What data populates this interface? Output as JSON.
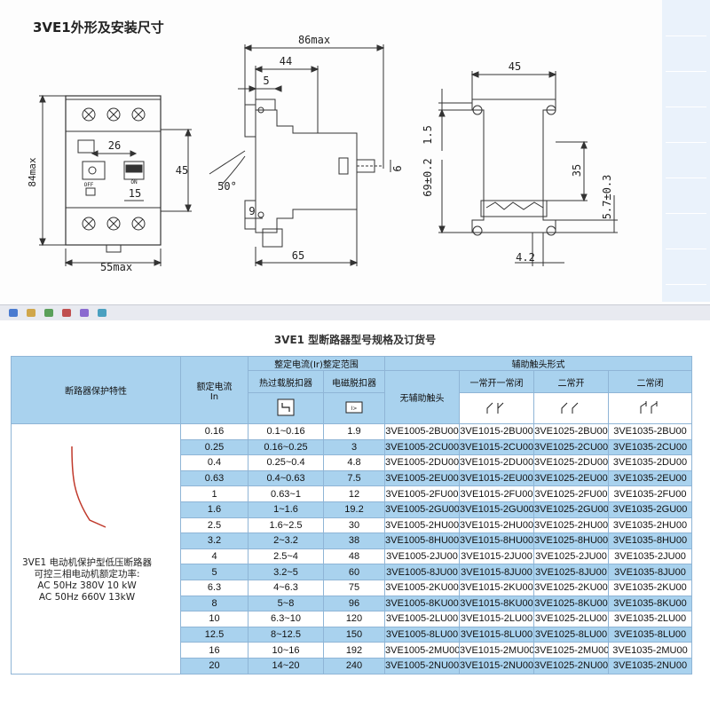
{
  "drawing": {
    "title": "3VE1外形及安装尺寸",
    "dims": {
      "d84max": "84max",
      "d26": "26",
      "d45a": "45",
      "d15": "15",
      "d55max": "55max",
      "off": "OFF",
      "on": "ON",
      "d86max": "86max",
      "d44": "44",
      "d5": "5",
      "d6": "6",
      "d50": "50°",
      "d9": "9",
      "d65": "65",
      "d45b": "45",
      "d15b": "1.5",
      "d69": "69±0.2",
      "d35": "35",
      "d57": "5.7±0.3",
      "d42": "4.2"
    }
  },
  "table": {
    "title": "3VE1 型断路器型号规格及订货号",
    "headers": {
      "protection": "断路器保护特性",
      "rated_current": "额定电流",
      "rated_current_unit": "In",
      "setting_range": "整定电流(Ir)整定范围",
      "thermal": "热过载脱扣器",
      "magnetic": "电磁脱扣器",
      "aux_contact": "辅助触头形式",
      "none": "无辅助触头",
      "no_nc": "一常开一常闭",
      "two_no": "二常开",
      "two_nc": "二常闭"
    },
    "description": [
      "3VE1 电动机保护型低压断路器",
      "可控三相电动机额定功率:",
      "AC 50Hz 380V 10 kW",
      "AC 50Hz 660V 13kW"
    ],
    "rows": [
      {
        "in": "0.16",
        "ir": "0.1~0.16",
        "mag": "1.9",
        "a": "3VE1005-2BU00",
        "b": "3VE1015-2BU00",
        "c": "3VE1025-2BU00",
        "d": "3VE1035-2BU00"
      },
      {
        "in": "0.25",
        "ir": "0.16~0.25",
        "mag": "3",
        "a": "3VE1005-2CU00",
        "b": "3VE1015-2CU00",
        "c": "3VE1025-2CU00",
        "d": "3VE1035-2CU00"
      },
      {
        "in": "0.4",
        "ir": "0.25~0.4",
        "mag": "4.8",
        "a": "3VE1005-2DU00",
        "b": "3VE1015-2DU00",
        "c": "3VE1025-2DU00",
        "d": "3VE1035-2DU00"
      },
      {
        "in": "0.63",
        "ir": "0.4~0.63",
        "mag": "7.5",
        "a": "3VE1005-2EU00",
        "b": "3VE1015-2EU00",
        "c": "3VE1025-2EU00",
        "d": "3VE1035-2EU00"
      },
      {
        "in": "1",
        "ir": "0.63~1",
        "mag": "12",
        "a": "3VE1005-2FU00",
        "b": "3VE1015-2FU00",
        "c": "3VE1025-2FU00",
        "d": "3VE1035-2FU00"
      },
      {
        "in": "1.6",
        "ir": "1~1.6",
        "mag": "19.2",
        "a": "3VE1005-2GU00",
        "b": "3VE1015-2GU00",
        "c": "3VE1025-2GU00",
        "d": "3VE1035-2GU00"
      },
      {
        "in": "2.5",
        "ir": "1.6~2.5",
        "mag": "30",
        "a": "3VE1005-2HU00",
        "b": "3VE1015-2HU00",
        "c": "3VE1025-2HU00",
        "d": "3VE1035-2HU00"
      },
      {
        "in": "3.2",
        "ir": "2~3.2",
        "mag": "38",
        "a": "3VE1005-8HU00",
        "b": "3VE1015-8HU00",
        "c": "3VE1025-8HU00",
        "d": "3VE1035-8HU00"
      },
      {
        "in": "4",
        "ir": "2.5~4",
        "mag": "48",
        "a": "3VE1005-2JU00",
        "b": "3VE1015-2JU00",
        "c": "3VE1025-2JU00",
        "d": "3VE1035-2JU00"
      },
      {
        "in": "5",
        "ir": "3.2~5",
        "mag": "60",
        "a": "3VE1005-8JU00",
        "b": "3VE1015-8JU00",
        "c": "3VE1025-8JU00",
        "d": "3VE1035-8JU00"
      },
      {
        "in": "6.3",
        "ir": "4~6.3",
        "mag": "75",
        "a": "3VE1005-2KU00",
        "b": "3VE1015-2KU00",
        "c": "3VE1025-2KU00",
        "d": "3VE1035-2KU00"
      },
      {
        "in": "8",
        "ir": "5~8",
        "mag": "96",
        "a": "3VE1005-8KU00",
        "b": "3VE1015-8KU00",
        "c": "3VE1025-8KU00",
        "d": "3VE1035-8KU00"
      },
      {
        "in": "10",
        "ir": "6.3~10",
        "mag": "120",
        "a": "3VE1005-2LU00",
        "b": "3VE1015-2LU00",
        "c": "3VE1025-2LU00",
        "d": "3VE1035-2LU00"
      },
      {
        "in": "12.5",
        "ir": "8~12.5",
        "mag": "150",
        "a": "3VE1005-8LU00",
        "b": "3VE1015-8LU00",
        "c": "3VE1025-8LU00",
        "d": "3VE1035-8LU00"
      },
      {
        "in": "16",
        "ir": "10~16",
        "mag": "192",
        "a": "3VE1005-2MU00",
        "b": "3VE1015-2MU00",
        "c": "3VE1025-2MU00",
        "d": "3VE1035-2MU00"
      },
      {
        "in": "20",
        "ir": "14~20",
        "mag": "240",
        "a": "3VE1005-2NU00",
        "b": "3VE1015-2NU00",
        "c": "3VE1025-2NU00",
        "d": "3VE1035-2NU00"
      }
    ]
  },
  "colors": {
    "header_fill": "#a9d2ee",
    "grid_line": "#8fb5d6",
    "curve": "#c0392b"
  }
}
